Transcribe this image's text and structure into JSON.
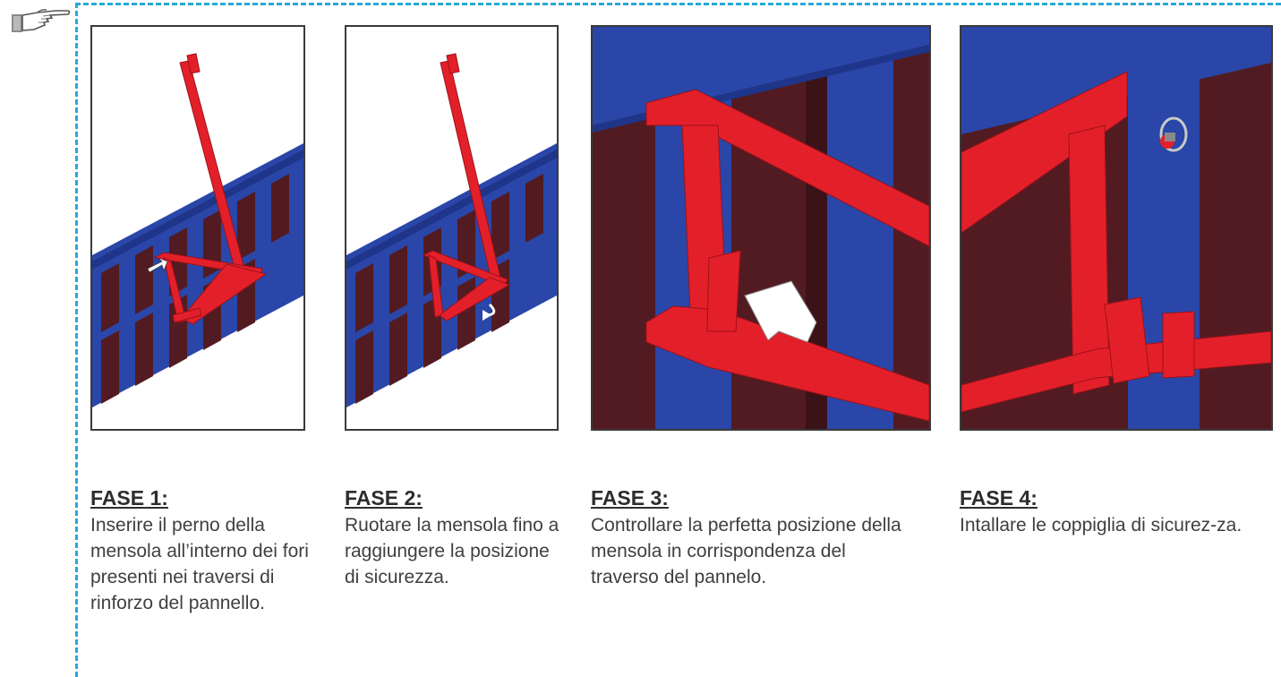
{
  "steps": [
    {
      "title": "FASE 1:",
      "text": "Inserire il perno della mensola all’interno dei fori presenti nei traversi di rinforzo del pannello."
    },
    {
      "title": "FASE 2:",
      "text": "Ruotare la mensola fino a raggiungere la posizione di sicurezza."
    },
    {
      "title": "FASE 3:",
      "text": "Controllare la perfetta posizione della mensola in corrispondenza del traverso del pannelo."
    },
    {
      "title": "FASE 4:",
      "text": "Intallare le coppiglia di sicurez-za."
    }
  ],
  "icons": {
    "note": "pointing-hand-icon"
  },
  "colors": {
    "frame": "#27a9d9",
    "panel_blue": "#2a46a8",
    "panel_dark": "#521b22",
    "bracket_red": "#e3202a"
  }
}
